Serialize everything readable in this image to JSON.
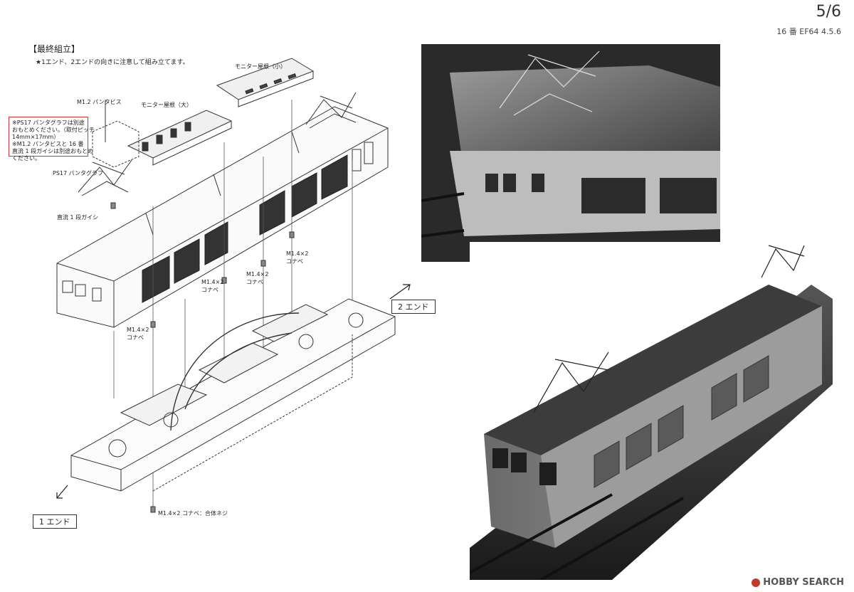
{
  "header": {
    "page_number": "5/6",
    "model": "16 番 EF64 4.5.6"
  },
  "section": {
    "title": "【最終組立】",
    "instruction": "★1エンド、2エンドの向きに注意して組み立てます。"
  },
  "notice": {
    "lines": [
      "※PS17 パンタグラフは別途",
      "おもとめください。（取付ピッチ",
      "14mm×17mm）",
      "※M1.2 パンタビスと 16 番",
      "直流 1 段ガイシは別途おもとめ",
      "ください。"
    ]
  },
  "labels": {
    "monitor_small": "モニター屋根（小）",
    "monitor_large": "モニター屋根（大）",
    "panta_screw": "M1.2 パンタビス",
    "pantograph": "PS17 パンタグラフ",
    "insulator": "直流 1 段ガイシ",
    "screw_a": "M1.4×2",
    "screw_a_sub": "コナベ",
    "screw_b": "M1.4×2",
    "screw_b_sub": "コナベ",
    "screw_c": "M1.4×2",
    "screw_c_sub": "コナベ",
    "screw_d": "M1.4×2",
    "screw_d_sub": "コナベ",
    "screw_bottom": "M1.4×2 コナベ：合体ネジ",
    "end_1": "1 エンド",
    "end_2": "2 エンド"
  },
  "watermark": {
    "text": "HOBBY SEARCH"
  }
}
